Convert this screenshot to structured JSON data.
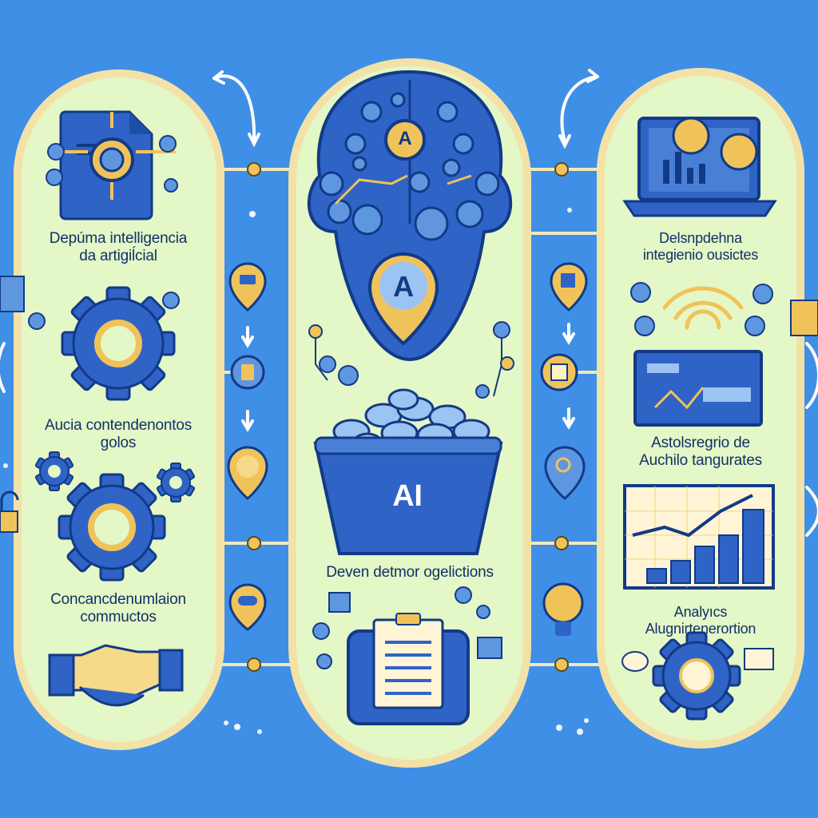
{
  "colors": {
    "background": "#3f8fe6",
    "panel_fill": "#e4f7c6",
    "panel_border": "#f3e2a8",
    "icon_blue": "#2f63c6",
    "icon_dark": "#123a86",
    "accent_gold": "#f0c35a",
    "text": "#12306a"
  },
  "panels": {
    "left": {
      "label_1": [
        "Depúma intelligencia",
        "da artigiĺcial"
      ],
      "label_2": [
        "Aucia contendenontos",
        "golos"
      ],
      "label_3": [
        "Concancdenumlaion",
        "commuctos"
      ]
    },
    "center": {
      "head_badge_top": "A",
      "head_badge_main": "A",
      "bowl_label": "AI",
      "label_1": "Deven detmor ogelictions"
    },
    "right": {
      "label_1": [
        "Delsnpdehna",
        "integienio ousictes"
      ],
      "label_2": [
        "Astolsregrio de",
        "Auchilo tangurates"
      ],
      "label_3": [
        "Analyıcs",
        "Alugnirtenerortion"
      ]
    }
  },
  "icons": [
    "document-icon",
    "network-node-icon",
    "gear-icon",
    "handshake-icon",
    "lock-icon",
    "brain-head-icon",
    "bowl-icon",
    "clipboard-icon",
    "laptop-icon",
    "wifi-icon",
    "presentation-board-icon",
    "bar-chart-icon",
    "lightbulb-icon",
    "location-pin-icon"
  ]
}
